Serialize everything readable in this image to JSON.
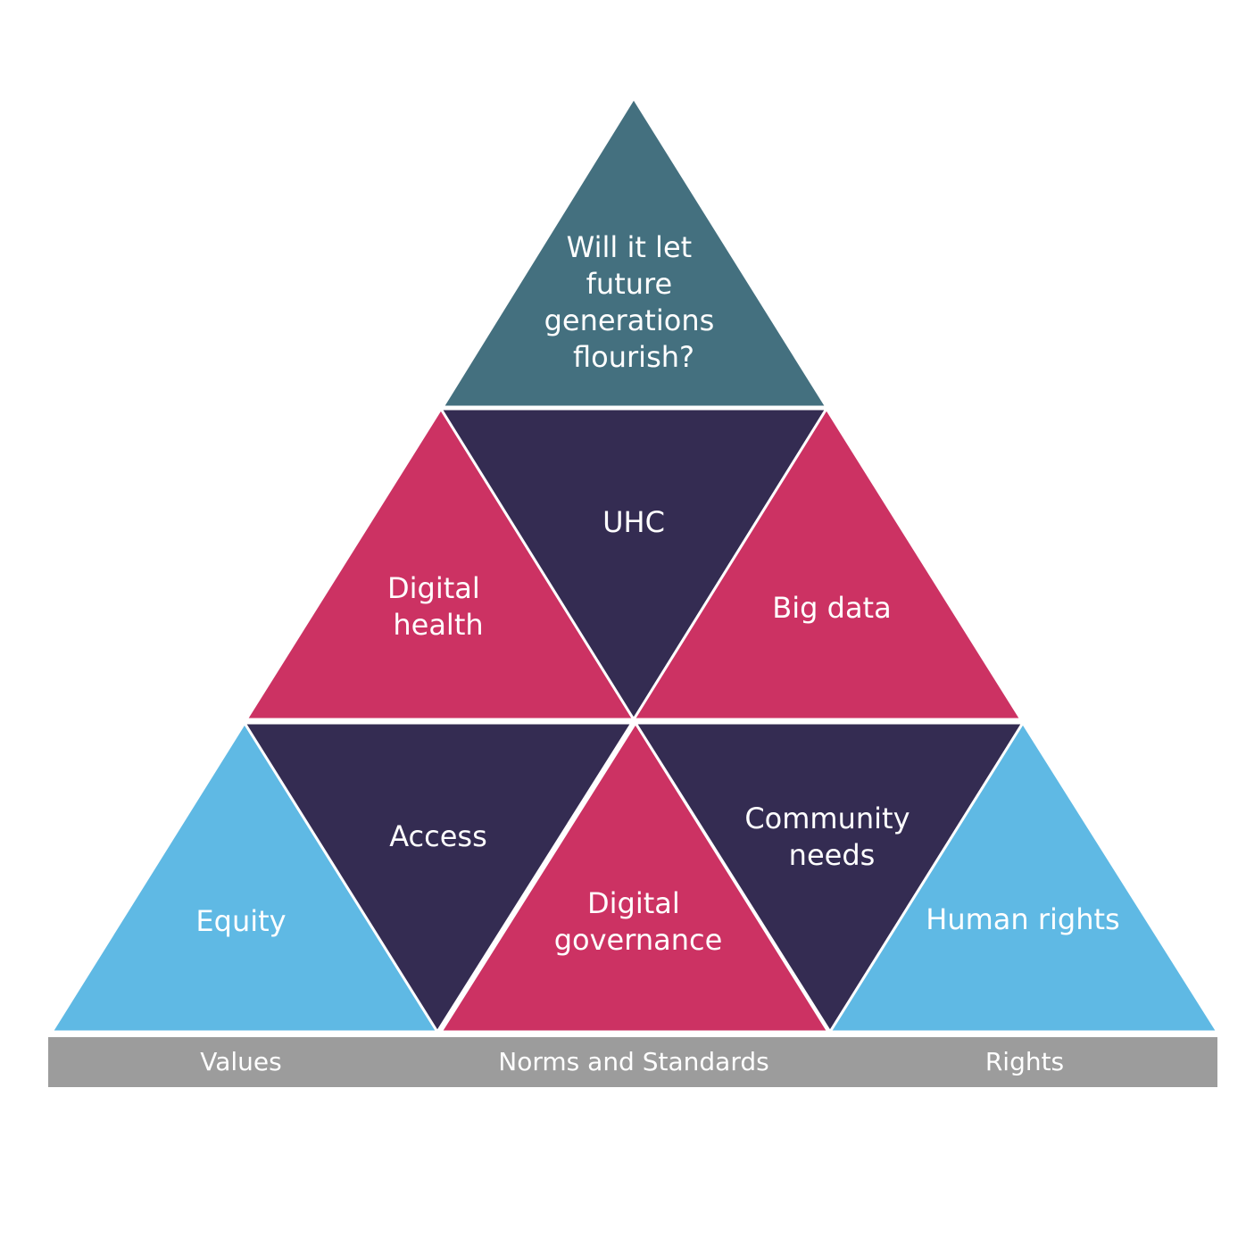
{
  "colors": {
    "teal": "#44707f",
    "pink": "#cc3263",
    "navy": "#342c52",
    "sky": "#5fb9e4",
    "base_bar": "#9c9c9c",
    "text": "#ffffff"
  },
  "pyramid": {
    "top": {
      "lines": [
        "Will it let",
        "future",
        "generations",
        "flourish?"
      ]
    },
    "middle_row": {
      "digital_health": {
        "lines": [
          "Digital",
          "health"
        ]
      },
      "uhc": {
        "lines": [
          "UHC"
        ]
      },
      "big_data": {
        "lines": [
          "Big data"
        ]
      }
    },
    "bottom_row": {
      "equity": {
        "lines": [
          "Equity"
        ]
      },
      "access": {
        "lines": [
          "Access"
        ]
      },
      "digital_governance": {
        "lines": [
          "Digital",
          "governance"
        ]
      },
      "community_needs": {
        "lines": [
          "Community",
          "needs"
        ]
      },
      "human_rights": {
        "lines": [
          "Human rights"
        ]
      }
    }
  },
  "base_bar": {
    "values": "Values",
    "norms": "Norms and Standards",
    "rights": "Rights"
  }
}
